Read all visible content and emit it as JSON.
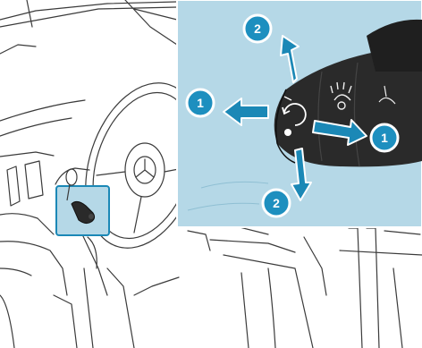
{
  "figure": {
    "callouts": [
      {
        "id": "step-1-left",
        "label": "1"
      },
      {
        "id": "step-2-up",
        "label": "2"
      },
      {
        "id": "step-1-right",
        "label": "1"
      },
      {
        "id": "step-2-down",
        "label": "2"
      }
    ],
    "colors": {
      "panel": "#b5d8e7",
      "accent": "#1b88b6",
      "callout_fill": "#1d8fbf",
      "lever": "#2a2a2a",
      "line_art": "#3b3b3b"
    },
    "icons": [
      "steering-wheel",
      "ignition-key",
      "wiper-lever",
      "rotary-switch"
    ]
  }
}
